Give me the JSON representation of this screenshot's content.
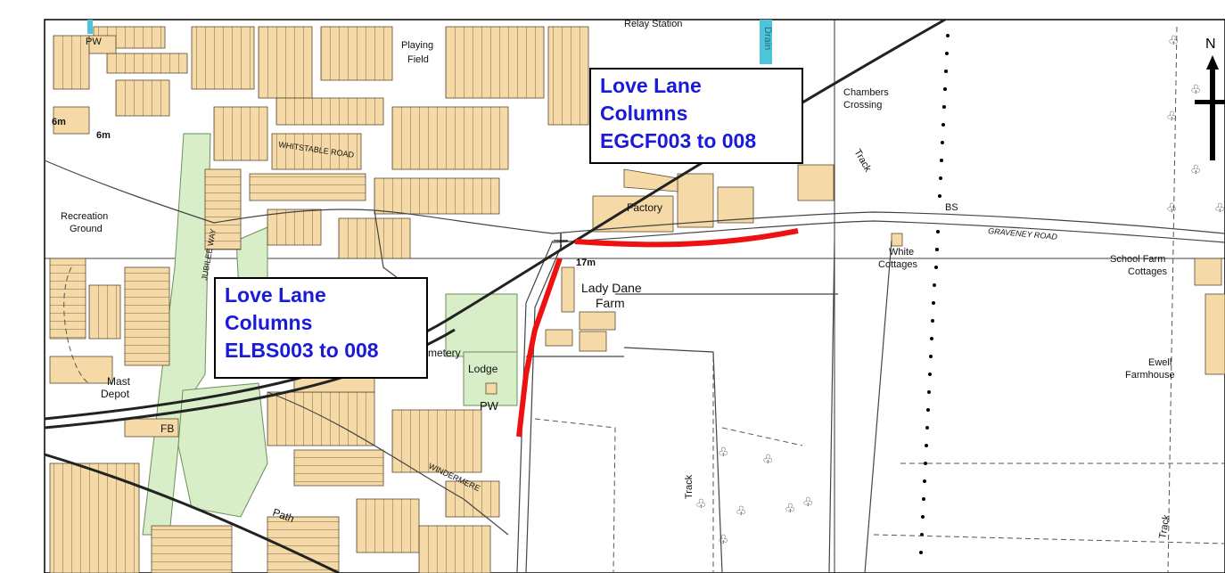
{
  "map": {
    "callouts": [
      {
        "id": "egcf",
        "lines": [
          "Love Lane",
          "Columns",
          "EGCF003 to 008"
        ]
      },
      {
        "id": "elbs",
        "lines": [
          "Love Lane",
          "Columns",
          "ELBS003 to 008"
        ]
      }
    ],
    "labels": {
      "pw_top": "PW",
      "playing_field_1": "Playing",
      "playing_field_2": "Field",
      "relay_station": "Relay Station",
      "drain": "Drain",
      "chambers_1": "Chambers",
      "chambers_2": "Crossing",
      "track_1": "Track",
      "height_6m_a": "6m",
      "height_6m_b": "6m",
      "recreation_1": "Recreation",
      "recreation_2": "Ground",
      "factory": "Factory",
      "bs": "BS",
      "graveney_road": "GRAVENEY ROAD",
      "height_17m": "17m",
      "white_1": "White",
      "white_2": "Cottages",
      "school_farm_1": "School Farm",
      "school_farm_2": "Cottages",
      "lady_dane_1": "Lady Dane",
      "lady_dane_2": "Farm",
      "cemetery": "metery",
      "lodge": "Lodge",
      "pw_cemetery": "PW",
      "mast": "Mast",
      "depot": "Depot",
      "fb": "FB",
      "ewell_1": "Ewell",
      "ewell_2": "Farmhouse",
      "track_2": "Track",
      "track_3": "Track",
      "path": "Path",
      "whitstable_road": "WHITSTABLE ROAD",
      "jubilee_way": "JUBILEE WAY",
      "windermere": "WINDERMERE",
      "north": "N"
    },
    "colors": {
      "building": "#f5d9a6",
      "building_outline": "#5a4a30",
      "green_space": "#d8eec9",
      "water": "#4fc3d8",
      "route_highlight": "#ee1111",
      "callout_text": "#1a1ad9",
      "grid_line": "#000000"
    },
    "highlighted_route": "Love Lane / Graveney Road"
  }
}
